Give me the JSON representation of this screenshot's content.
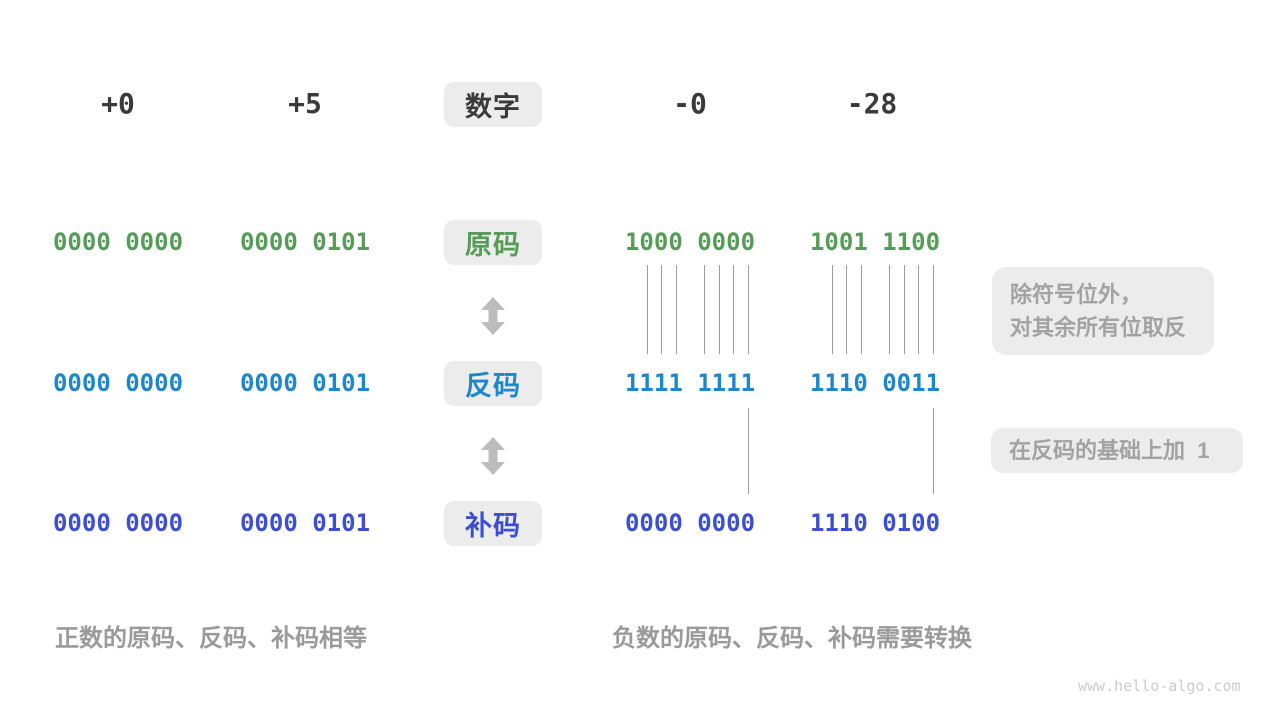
{
  "header": {
    "pos_zero": "+0",
    "pos_five": "+5",
    "label": "数字",
    "neg_zero": "-0",
    "neg_twenty_eight": "-28"
  },
  "rows": [
    {
      "key": "sign-magnitude",
      "label": "原码",
      "values": [
        "0000 0000",
        "0000 0101",
        "1000 0000",
        "1001 1100"
      ]
    },
    {
      "key": "ones-complement",
      "label": "反码",
      "values": [
        "0000 0000",
        "0000 0101",
        "1111 1111",
        "1110 0011"
      ]
    },
    {
      "key": "twos-complement",
      "label": "补码",
      "values": [
        "0000 0000",
        "0000 0101",
        "0000 0000",
        "1110 0100"
      ]
    }
  ],
  "annotations": {
    "flip_line1": "除符号位外，",
    "flip_line2": "对其余所有位取反",
    "add_one": "在反码的基础上加  1"
  },
  "captions": {
    "positive": "正数的原码、反码、补码相等",
    "negative": "负数的原码、反码、补码需要转换"
  },
  "watermark": "www.hello-algo.com",
  "colors": {
    "ink": "#3a3a3a",
    "green": "#579b58",
    "blue": "#1e87cc",
    "indigo": "#3d4fd0",
    "box_background": "#ececec",
    "note_text": "#a2a2a2",
    "caption_text": "#9a9a9a",
    "connector_line": "#9e9e9e",
    "arrow": "#bcbcbc",
    "watermark": "#cccccc"
  }
}
